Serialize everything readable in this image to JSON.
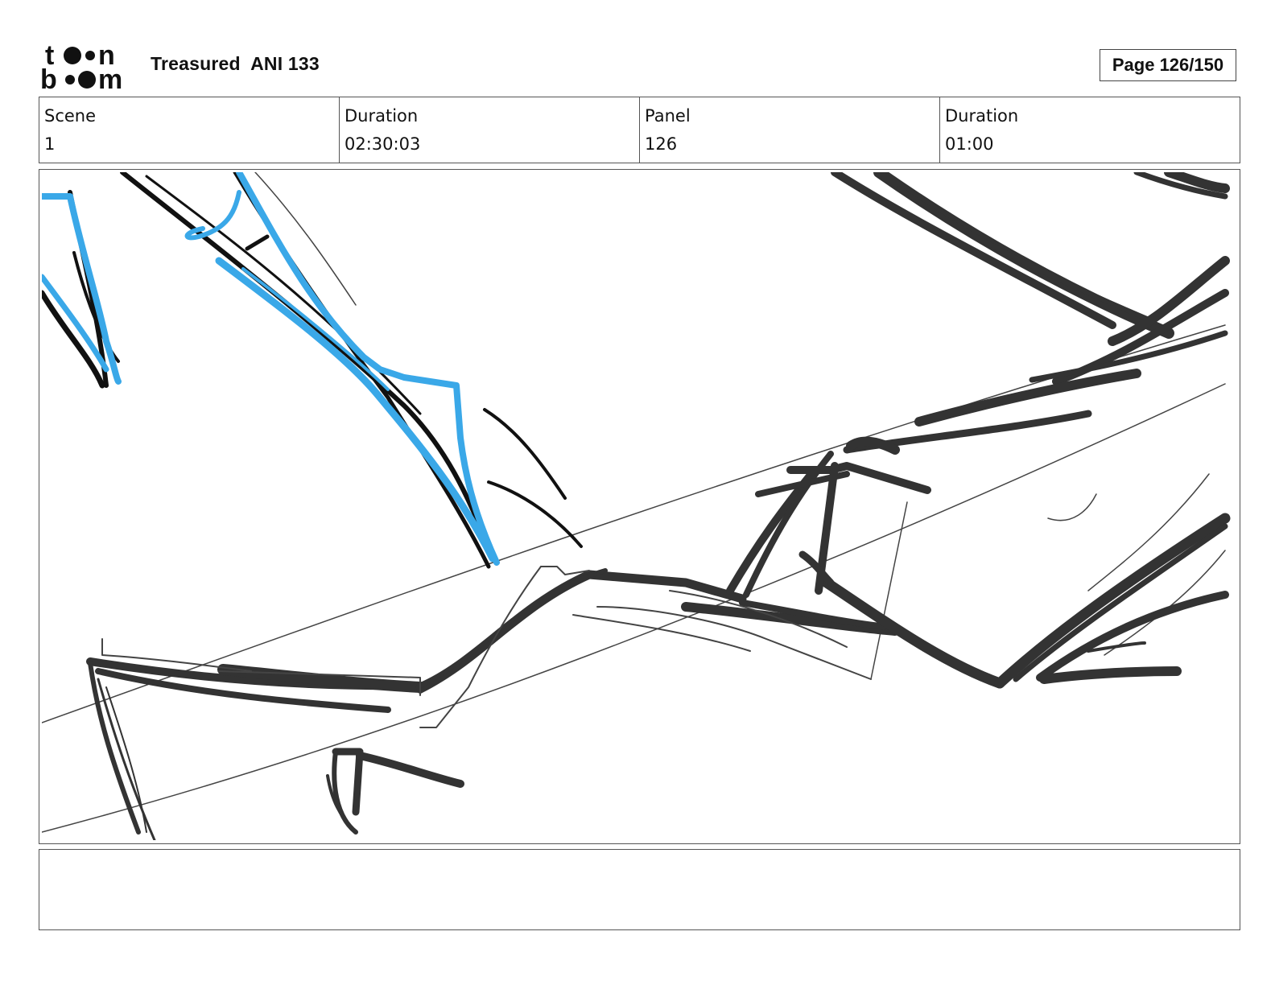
{
  "header": {
    "logo_top": "to·n",
    "logo_bottom": "b·om",
    "title": "Treasured  ANI 133",
    "page_label": "Page 126/150"
  },
  "info": {
    "scene_label": "Scene",
    "scene_value": "1",
    "scene_duration_label": "Duration",
    "scene_duration_value": "02:30:03",
    "panel_label": "Panel",
    "panel_value": "126",
    "panel_duration_label": "Duration",
    "panel_duration_value": "01:00"
  },
  "notes": {
    "text": ""
  },
  "colors": {
    "sketch_black": "#111111",
    "sketch_dark": "#333333",
    "sketch_blue": "#3aa8e8"
  }
}
